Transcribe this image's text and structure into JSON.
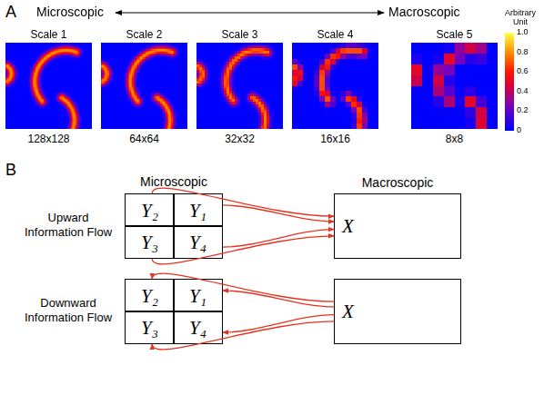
{
  "diagram": {
    "nodes": [
      {
        "text": [
          "Microscopic"
        ]
      },
      {
        "text": [
          "Y₂"
        ],
        "in": 0
      },
      {
        "text": [
          "Y₁"
        ],
        "in": 0
      },
      {
        "text": [
          "Y₃"
        ],
        "in": 0
      },
      {
        "text": [
          "Y₄"
        ],
        "in": 0
      },
      {
        "text": [
          "Macroscopic",
          "X"
        ]
      },
      {
        "text": [
          "Y₂"
        ]
      },
      {
        "text": [
          "Y₁"
        ]
      },
      {
        "text": [
          "Y₃"
        ]
      },
      {
        "text": [
          "Y₄"
        ]
      },
      {
        "text": [
          "X"
        ]
      }
    ],
    "edges": [
      {
        "from": 1,
        "to": 5,
        "arrow": "to"
      },
      {
        "from": 2,
        "to": 5,
        "arrow": "to"
      },
      {
        "from": 3,
        "to": 5,
        "arrow": "to"
      },
      {
        "from": 4,
        "to": 5,
        "arrow": "to"
      },
      {
        "from": 10,
        "to": 6,
        "arrow": "to"
      },
      {
        "from": 10,
        "to": 7,
        "arrow": "to"
      },
      {
        "from": 10,
        "to": 8,
        "arrow": "to"
      },
      {
        "from": 10,
        "to": 9,
        "arrow": "to"
      }
    ],
    "labels": [
      "A",
      "Microscopic",
      "Macroscopic",
      "Arbitrary Unit",
      "1.0",
      "0.8",
      "0.6",
      "0.4",
      "0.2",
      "0",
      "Scale 1",
      "Scale 2",
      "Scale 3",
      "Scale 4",
      "Scale 5",
      "128x128",
      "64x64",
      "32x32",
      "16x16",
      "8x8",
      "B",
      "Upward Information Flow",
      "Downward Information Flow"
    ]
  }
}
